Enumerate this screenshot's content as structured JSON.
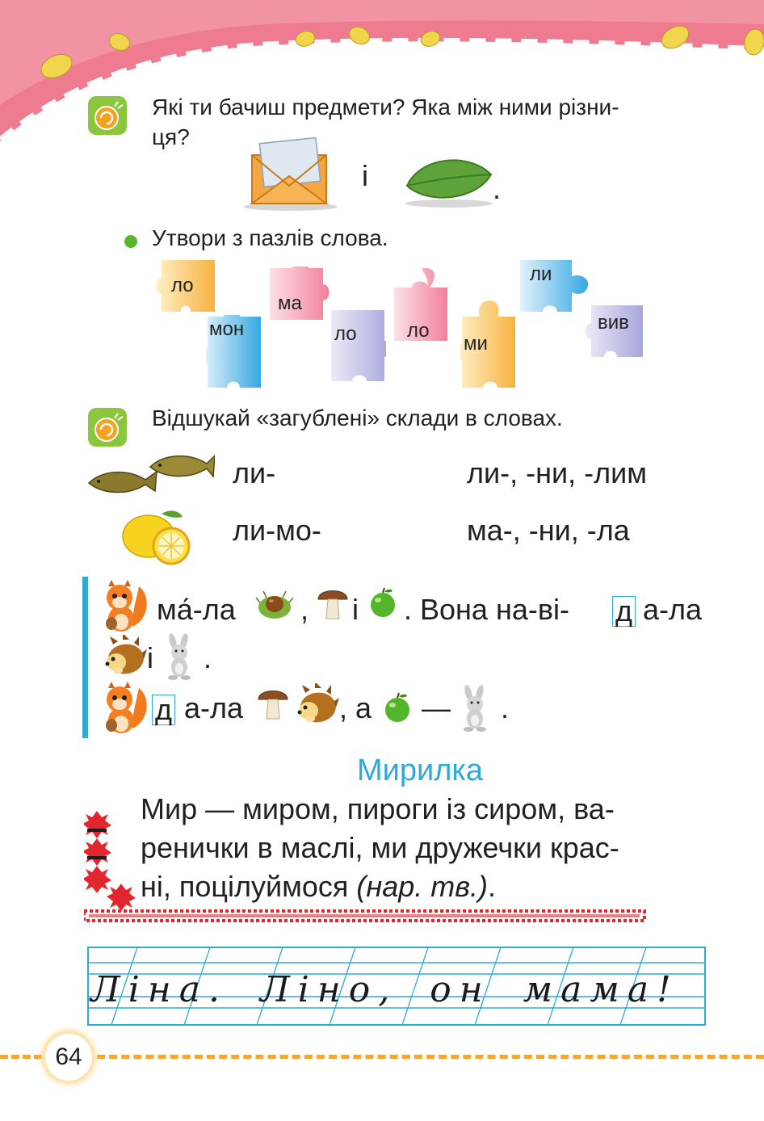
{
  "task1": {
    "question_line1": "Які ти бачиш предмети? Яка між ними різни-",
    "question_line2": "ця?",
    "conj": "і",
    "end": "."
  },
  "task2": {
    "instruction": "Утвори з пазлів слова.",
    "pieces": [
      "ло",
      "мон",
      "ма",
      "ло",
      "ло",
      "ми",
      "ли",
      "вив"
    ]
  },
  "task3": {
    "instruction": "Відшукай «загублені» склади в словах.",
    "rows": [
      {
        "word": "ли-",
        "options": "ли-, -ни, -лим"
      },
      {
        "word": "ли-мо-",
        "options": "ма-, -ни, -ла"
      }
    ]
  },
  "rebus": {
    "l1_a": "ма́-ла",
    "l1_comma": ",",
    "l1_and": "і",
    "l1_b": ". Вона  на-ві-",
    "l1_box": "д",
    "l1_c": "а-ла",
    "l2_and": "і",
    "l2_end": ".",
    "l3_box": "д",
    "l3_a": "а-ла",
    "l3_comma": ", а",
    "l3_dash": "—",
    "l3_end": "."
  },
  "poem": {
    "title": "Мирилка",
    "line1": "Мир — миром, пироги із сиром, ва-",
    "line2": "ренички в маслі, ми дружечки крас-",
    "line3_a": "ні, поцілуймося",
    "line3_b": "(нар. тв.)",
    "line3_c": "."
  },
  "handwriting": {
    "text": "Ліна. Ліно, он мама!"
  },
  "page_number": "64",
  "colors": {
    "accent_blue": "#2fa9d9",
    "header_pink": "#ec6f86",
    "dash_orange": "#f3a631"
  }
}
